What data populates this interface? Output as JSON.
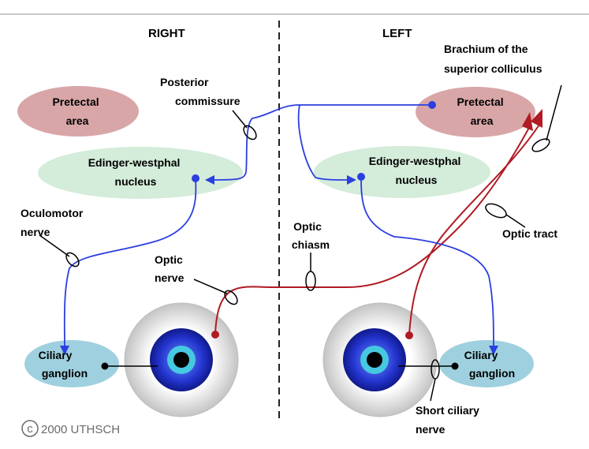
{
  "sides": {
    "right": "RIGHT",
    "left": "LEFT"
  },
  "labels": {
    "pretectal_right": [
      "Pretectal",
      "area"
    ],
    "pretectal_left": [
      "Pretectal",
      "area"
    ],
    "ew_right": [
      "Edinger-westphal",
      "nucleus"
    ],
    "ew_left": [
      "Edinger-westphal",
      "nucleus"
    ],
    "ciliary_right": [
      "Ciliary",
      "ganglion"
    ],
    "ciliary_left": [
      "Ciliary",
      "ganglion"
    ],
    "posterior_commissure": [
      "Posterior",
      "commissure"
    ],
    "oculomotor_nerve": [
      "Oculomotor",
      "nerve"
    ],
    "optic_nerve": [
      "Optic",
      "nerve"
    ],
    "optic_chiasm": [
      "Optic",
      "chiasm"
    ],
    "optic_tract": [
      "Optic tract"
    ],
    "brachium": [
      "Brachium of the",
      "superior colliculus"
    ],
    "short_ciliary_nerve": [
      "Short ciliary",
      "nerve"
    ]
  },
  "copyright": {
    "symbol": "c",
    "text": "2000 UTHSCH"
  },
  "colors": {
    "pretectal": "#d9a6a8",
    "edinger": "#d4ecda",
    "ciliary": "#9fd0df",
    "efferent_pathway": "#2b3fe0",
    "afferent_pathway": "#b01b24",
    "iris": "#2233cc"
  }
}
